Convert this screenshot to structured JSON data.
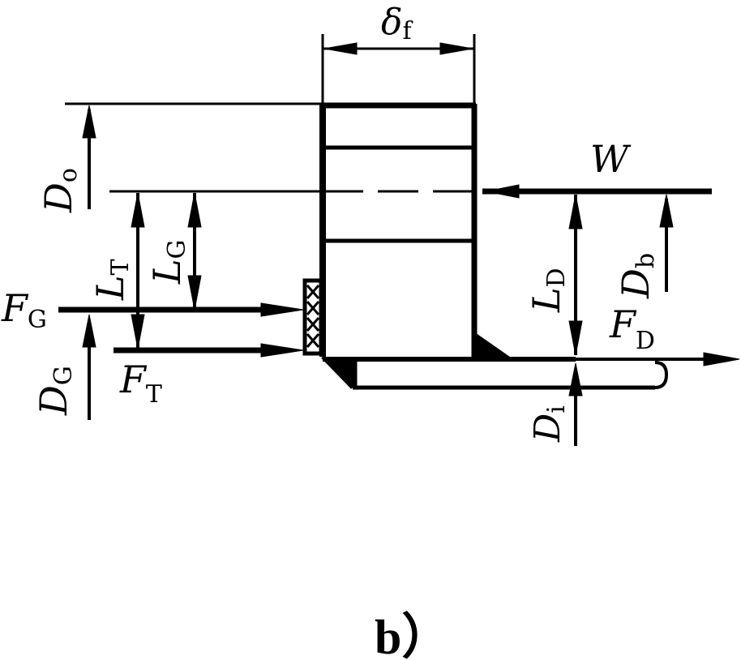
{
  "labels": {
    "delta_f": {
      "main": "δ",
      "sub": "f"
    },
    "D_o": {
      "main": "D",
      "sub": "o"
    },
    "W": {
      "main": "W"
    },
    "L_T": {
      "main": "L",
      "sub": "T"
    },
    "L_G": {
      "main": "L",
      "sub": "G"
    },
    "F_G": {
      "main": "F",
      "sub": "G"
    },
    "D_G": {
      "main": "D",
      "sub": "G"
    },
    "F_T": {
      "main": "F",
      "sub": "T"
    },
    "L_D": {
      "main": "L",
      "sub": "D"
    },
    "D_b": {
      "main": "D",
      "sub": "b"
    },
    "F_D": {
      "main": "F",
      "sub": "D"
    },
    "D_i": {
      "main": "D",
      "sub": "i"
    }
  },
  "caption": "b）"
}
